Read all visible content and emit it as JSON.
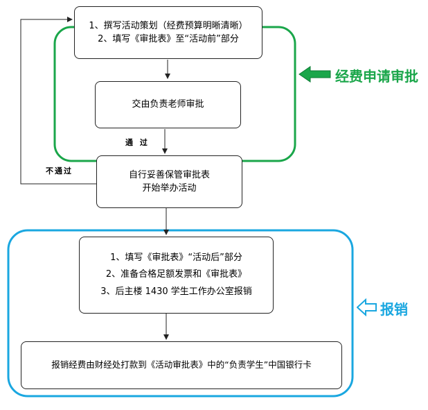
{
  "steps": {
    "plan": {
      "line1": "1、撰写活动策划（经费预算明晰清晰）",
      "line2": "2、填写《审批表》至“活动前”部分"
    },
    "teacher": {
      "text": "交由负责老师审批"
    },
    "hold": {
      "line1": "自行妥善保管审批表",
      "line2": "开始举办活动"
    },
    "after": {
      "line1": "1、填写《审批表》“活动后”部分",
      "line2": "2、准备合格足额发票和《审批表》",
      "line3": "3、后主楼 1430 学生工作办公室报销"
    },
    "transfer": {
      "text": "报销经费由财经处打款到《活动审批表》中的“负责学生”中国银行卡"
    }
  },
  "edge_labels": {
    "pass": "通 过",
    "fail": "不通过"
  },
  "groups": {
    "approval": {
      "label": "经费申请审批",
      "color": "#1aa64a",
      "icon": "left-arrow-icon"
    },
    "reimburse": {
      "label": "报销",
      "color": "#1aa7e0",
      "icon": "left-arrow-icon"
    }
  }
}
